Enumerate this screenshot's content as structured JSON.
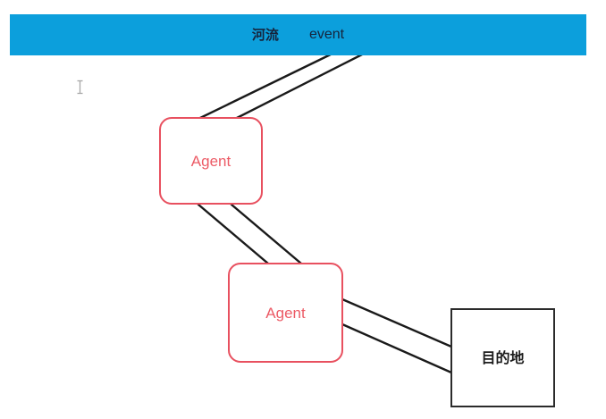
{
  "diagram": {
    "type": "flow-diagram",
    "background_color": "#ffffff",
    "banner": {
      "fill_color": "#0c9fdc",
      "text_color": "#16243c",
      "labels": [
        {
          "text": "河流",
          "script": "cjk"
        },
        {
          "text": "event",
          "script": "latin"
        }
      ]
    },
    "nodes": [
      {
        "id": "agent-1",
        "label": "Agent",
        "shape": "rounded-rectangle",
        "border_color": "#e8505f",
        "text_color": "#ec5b66"
      },
      {
        "id": "agent-2",
        "label": "Agent",
        "shape": "rounded-rectangle",
        "border_color": "#e8505f",
        "text_color": "#ec5b66"
      },
      {
        "id": "destination",
        "label": "目的地",
        "shape": "rectangle",
        "border_color": "#2b2b2b",
        "text_color": "#1d1d1d"
      }
    ],
    "edges": {
      "stroke_color": "#1a1a1a",
      "connections": [
        {
          "from": "agent-1",
          "to": "banner",
          "pair": 2
        },
        {
          "from": "agent-1",
          "to": "agent-2",
          "pair": 2
        },
        {
          "from": "agent-2",
          "to": "destination",
          "pair": 2
        }
      ]
    },
    "cursor": {
      "name": "text-ibeam-cursor",
      "color": "#a8a8a8"
    }
  }
}
